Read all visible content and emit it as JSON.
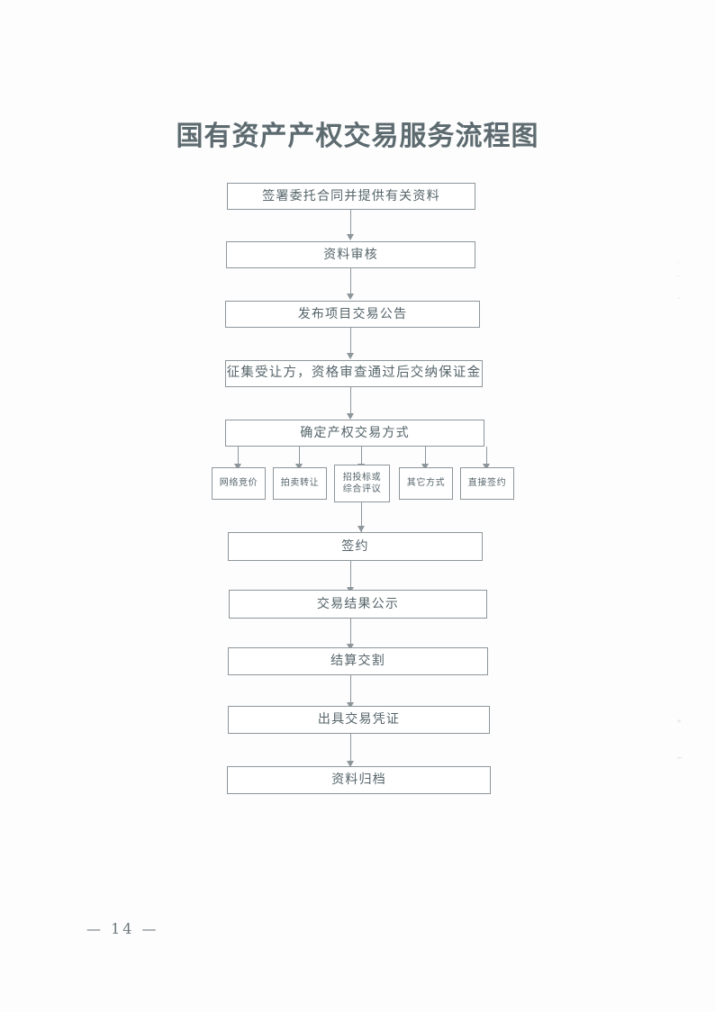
{
  "document": {
    "title": "国有资产产权交易服务流程图",
    "page_number": "— 14 —"
  },
  "chart_data": {
    "type": "diagram",
    "diagram_kind": "flowchart",
    "title": "国有资产产权交易服务流程图",
    "orientation": "top-to-bottom",
    "nodes": [
      {
        "id": "n1",
        "label": "签署委托合同并提供有关资料"
      },
      {
        "id": "n2",
        "label": "资料审核"
      },
      {
        "id": "n3",
        "label": "发布项目交易公告"
      },
      {
        "id": "n4",
        "label": "征集受让方，资格审查通过后交纳保证金"
      },
      {
        "id": "n5",
        "label": "确定产权交易方式"
      },
      {
        "id": "m1",
        "label": "网络竞价"
      },
      {
        "id": "m2",
        "label": "拍卖转让"
      },
      {
        "id": "m3",
        "label_line1": "招投标或",
        "label_line2": "综合评议"
      },
      {
        "id": "m4",
        "label": "其它方式"
      },
      {
        "id": "m5",
        "label": "直接签约"
      },
      {
        "id": "n6",
        "label": "签约"
      },
      {
        "id": "n7",
        "label": "交易结果公示"
      },
      {
        "id": "n8",
        "label": "结算交割"
      },
      {
        "id": "n9",
        "label": "出具交易凭证"
      },
      {
        "id": "n10",
        "label": "资料归档"
      }
    ],
    "edges": [
      {
        "from": "n1",
        "to": "n2"
      },
      {
        "from": "n2",
        "to": "n3"
      },
      {
        "from": "n3",
        "to": "n4"
      },
      {
        "from": "n4",
        "to": "n5"
      },
      {
        "from": "n5",
        "to": "m1"
      },
      {
        "from": "n5",
        "to": "m2"
      },
      {
        "from": "n5",
        "to": "m3"
      },
      {
        "from": "n5",
        "to": "m4"
      },
      {
        "from": "n5",
        "to": "m5"
      },
      {
        "from": "m3",
        "to": "n6"
      },
      {
        "from": "n6",
        "to": "n7"
      },
      {
        "from": "n7",
        "to": "n8"
      },
      {
        "from": "n8",
        "to": "n9"
      },
      {
        "from": "n9",
        "to": "n10"
      }
    ],
    "colors": {
      "stroke": "#8d969b",
      "text": "#55646a",
      "title": "#5d6b70",
      "background": "#fdfdfd"
    }
  },
  "artifacts": {
    "mark1": "·",
    "mark2": "-",
    "mark3": "ˇ",
    "mark4": "»",
    "mark5": "⌐"
  }
}
